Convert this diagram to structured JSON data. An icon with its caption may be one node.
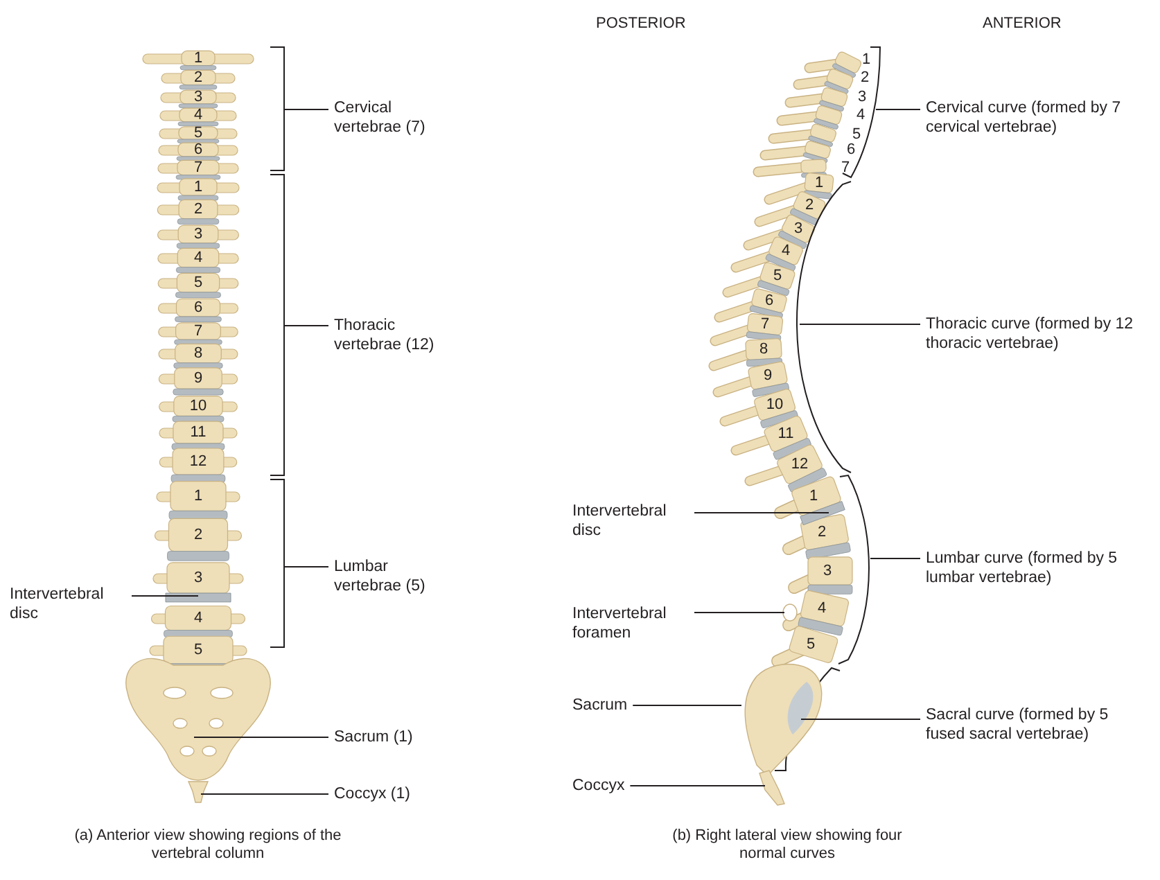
{
  "diagram": {
    "nodes": [
      {
        "text": [
          "Cervical vertebrae (7)"
        ]
      },
      {
        "text": [
          "Thoracic vertebrae (12)"
        ]
      },
      {
        "text": [
          "Lumbar vertebrae (5)"
        ]
      },
      {
        "text": [
          "Intervertebral disc"
        ]
      },
      {
        "text": [
          "Sacrum (1)"
        ]
      },
      {
        "text": [
          "Coccyx (1)"
        ]
      },
      {
        "text": [
          "Cervical curve (formed by 7 cervical vertebrae)"
        ]
      },
      {
        "text": [
          "Thoracic curve (formed by 12 thoracic vertebrae)"
        ]
      },
      {
        "text": [
          "Lumbar curve (formed by 5 lumbar vertebrae)"
        ]
      },
      {
        "text": [
          "Sacral curve (formed by 5 fused sacral vertebrae)"
        ]
      },
      {
        "text": [
          "Intervertebral disc"
        ]
      },
      {
        "text": [
          "Intervertebral foramen"
        ]
      },
      {
        "text": [
          "Sacrum"
        ]
      },
      {
        "text": [
          "Coccyx"
        ]
      },
      {
        "text": [],
        "shape": "bracket"
      },
      {
        "text": [],
        "shape": "bracket"
      },
      {
        "text": [],
        "shape": "bracket"
      },
      {
        "text": [],
        "shape": "bar"
      },
      {
        "text": [],
        "shape": "picture"
      },
      {
        "text": [],
        "shape": "picture"
      },
      {
        "text": [],
        "shape": "bracket"
      },
      {
        "text": [],
        "shape": "bracket"
      },
      {
        "text": [],
        "shape": "bracket"
      },
      {
        "text": [],
        "shape": "bracket"
      },
      {
        "text": [],
        "shape": "bar"
      },
      {
        "text": [],
        "shape": "circle"
      },
      {
        "text": [],
        "shape": "picture"
      },
      {
        "text": [],
        "shape": "picture"
      }
    ],
    "edges": [
      {
        "from": 0,
        "to": 14,
        "arrow": "none"
      },
      {
        "from": 1,
        "to": 15,
        "arrow": "none"
      },
      {
        "from": 2,
        "to": 16,
        "arrow": "none"
      },
      {
        "from": 3,
        "to": 17,
        "arrow": "none"
      },
      {
        "from": 4,
        "to": 18,
        "arrow": "none"
      },
      {
        "from": 5,
        "to": 19,
        "arrow": "none"
      },
      {
        "from": 6,
        "to": 20,
        "arrow": "none"
      },
      {
        "from": 7,
        "to": 21,
        "arrow": "none"
      },
      {
        "from": 8,
        "to": 22,
        "arrow": "none"
      },
      {
        "from": 9,
        "to": 23,
        "arrow": "none"
      },
      {
        "from": 10,
        "to": 24,
        "arrow": "none"
      },
      {
        "from": 11,
        "to": 25,
        "arrow": "none"
      },
      {
        "from": 12,
        "to": 26,
        "arrow": "none"
      },
      {
        "from": 13,
        "to": 27,
        "arrow": "none"
      }
    ],
    "labels": [
      "1",
      "2",
      "3",
      "4",
      "5",
      "6",
      "7",
      "1",
      "2",
      "3",
      "4",
      "5",
      "6",
      "7",
      "8",
      "9",
      "10",
      "11",
      "12",
      "1",
      "2",
      "3",
      "4",
      "5",
      "(a) Anterior view showing regions of the vertebral column",
      "POSTERIOR",
      "ANTERIOR",
      "1",
      "2",
      "3",
      "4",
      "5",
      "6",
      "7",
      "1",
      "2",
      "3",
      "4",
      "5",
      "6",
      "7",
      "8",
      "9",
      "10",
      "11",
      "12",
      "1",
      "2",
      "3",
      "4",
      "5",
      "(b) Right lateral view showing four normal curves"
    ]
  }
}
